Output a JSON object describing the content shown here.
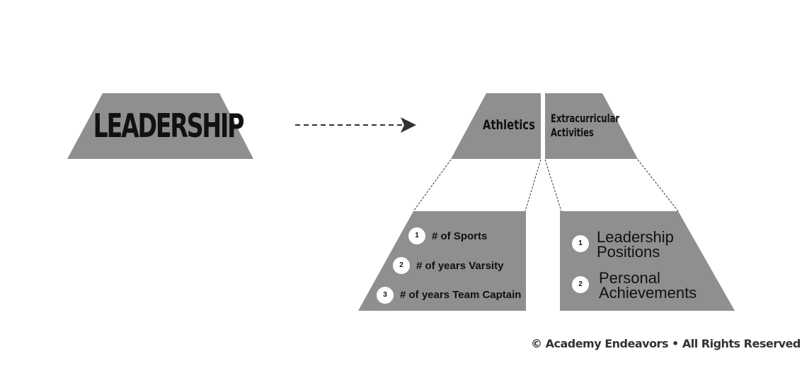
{
  "main_shape": {
    "label": "LEADERSHIP"
  },
  "categories": [
    {
      "label": "Athletics"
    },
    {
      "label_line1": "Extracurricular",
      "label_line2": "Activities"
    }
  ],
  "athletics_items": [
    {
      "number": "1",
      "text": "# of Sports"
    },
    {
      "number": "2",
      "text": "# of years Varsity"
    },
    {
      "number": "3",
      "text": "# of years Team Captain"
    }
  ],
  "extracurricular_items": [
    {
      "number": "1",
      "line1": "Leadership",
      "line2": "Positions"
    },
    {
      "number": "2",
      "line1": "Personal",
      "line2": "Achievements"
    }
  ],
  "footer": {
    "copyright": "© Academy Endeavors • All Rights Reserved"
  },
  "colors": {
    "shape_fill": "#8f8f8f",
    "arrow": "#333333",
    "text": "#111111"
  }
}
